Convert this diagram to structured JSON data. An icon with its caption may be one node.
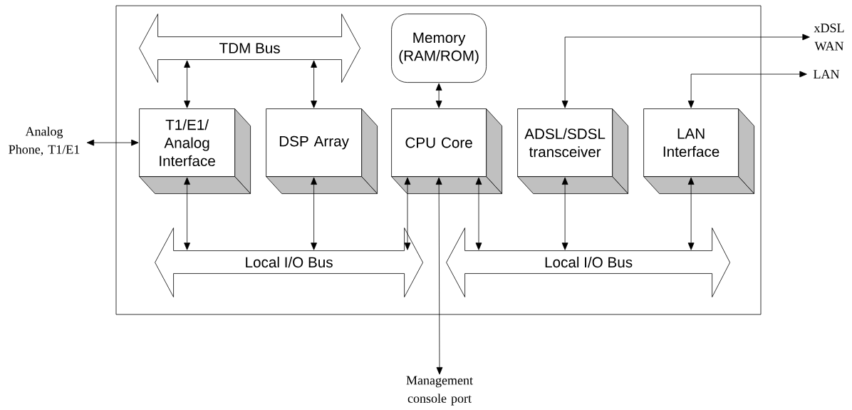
{
  "diagram": {
    "nodes": [
      {
        "text": [],
        "shape": "box"
      },
      {
        "text": [
          "TDM Bus"
        ],
        "in": 0
      },
      {
        "text": [
          "Memory (RAM/ROM)"
        ],
        "in": 0
      },
      {
        "text": [
          "T1/E1/ Analog Interface"
        ],
        "in": 0
      },
      {
        "text": [
          "DSP Array"
        ],
        "in": 0
      },
      {
        "text": [
          "CPU Core"
        ],
        "in": 0
      },
      {
        "text": [
          "ADSL/SDSL transceiver"
        ],
        "in": 0
      },
      {
        "text": [
          "LAN Interface"
        ],
        "in": 0
      },
      {
        "text": [
          "Local I/O Bus"
        ],
        "in": 0
      },
      {
        "text": [
          "Local I/O Bus"
        ],
        "in": 0
      },
      {
        "text": [
          "Analog Phone, T1/E1"
        ]
      },
      {
        "text": [
          "xDSL WAN"
        ]
      },
      {
        "text": [
          "LAN"
        ]
      },
      {
        "text": [
          "Management console port"
        ]
      }
    ],
    "edges": [
      {
        "from": 10,
        "to": 3,
        "arrow": "both"
      },
      {
        "from": 1,
        "to": 3,
        "arrow": "both"
      },
      {
        "from": 1,
        "to": 4,
        "arrow": "both"
      },
      {
        "from": 2,
        "to": 5,
        "arrow": "both"
      },
      {
        "from": 6,
        "to": 11,
        "arrow": "both"
      },
      {
        "from": 7,
        "to": 12,
        "arrow": "both"
      },
      {
        "from": 3,
        "to": 8,
        "arrow": "both"
      },
      {
        "from": 4,
        "to": 8,
        "arrow": "both"
      },
      {
        "from": 5,
        "to": 8,
        "arrow": "both"
      },
      {
        "from": 5,
        "to": 9,
        "arrow": "both"
      },
      {
        "from": 6,
        "to": 9,
        "arrow": "both"
      },
      {
        "from": 7,
        "to": 9,
        "arrow": "both"
      },
      {
        "from": 5,
        "to": 13,
        "arrow": "both"
      }
    ]
  }
}
